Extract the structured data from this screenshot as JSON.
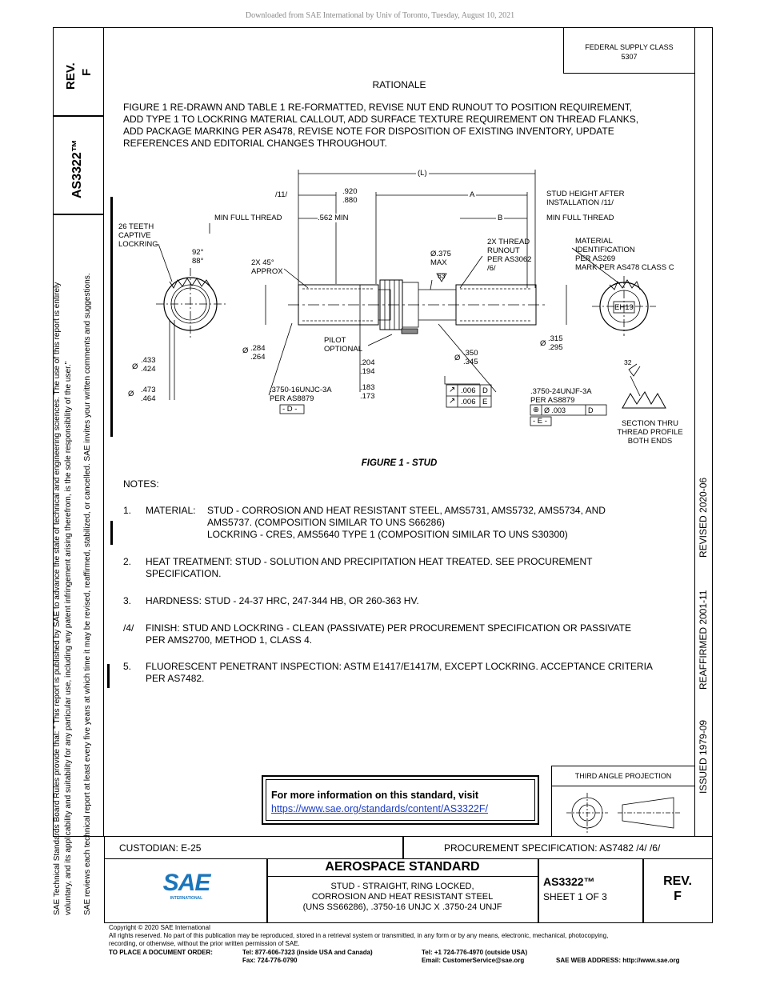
{
  "download_notice": "Downloaded from SAE International by Univ of Toronto, Tuesday, August 10, 2021",
  "left_col": {
    "rev_label": "REV.",
    "rev_value": "F",
    "doc_number": "AS3322™"
  },
  "right_col": {
    "revised": "REVISED 2020-06",
    "reaffirmed": "REAFFIRMED 2001-11",
    "issued": "ISSUED  1979-09"
  },
  "side_notice": {
    "line1": "SAE Technical Standards Board Rules provide that: \" This report is published by SAE to advance the state of technical and engineering sciences. The use of this report is entirely",
    "line2": "voluntary, and its applicability and suitability for any particular use, including any patent infringement arising therefrom, is the sole responsibility of the user.\"",
    "line3": "SAE reviews each technical report at least every five years at which time it may be revised, reaffirmed, stabilized, or cancelled. SAE invites your written comments and suggestions."
  },
  "federal_supply": {
    "line1": "FEDERAL SUPPLY CLASS",
    "line2": "5307"
  },
  "rationale": {
    "title": "RATIONALE",
    "line1": "FIGURE 1 RE-DRAWN AND TABLE 1 RE-FORMATTED, REVISE NUT END RUNOUT TO POSITION REQUIREMENT,",
    "line2": "ADD TYPE 1 TO LOCKRING MATERIAL CALLOUT, ADD SURFACE TEXTURE REQUIREMENT ON THREAD FLANKS,",
    "line3": "ADD PACKAGE MARKING PER AS478, REVISE NOTE FOR DISPOSITION OF EXISTING INVENTORY, UPDATE",
    "line4": "REFERENCES AND EDITORIAL CHANGES THROUGHOUT."
  },
  "figure": {
    "caption": "FIGURE 1 - STUD",
    "L": "(L)",
    "A": "A",
    "B": "B",
    "ref11": "/11/",
    "dim920": ".920",
    "dim880": ".880",
    "stud_height1": "STUD HEIGHT AFTER",
    "stud_height2": "INSTALLATION /11/",
    "min_full_thread_l": "MIN FULL THREAD",
    "dim562": ".562 MIN",
    "min_full_thread_r": "MIN FULL THREAD",
    "teeth1": "26 TEETH",
    "teeth2": "CAPTIVE",
    "teeth3": "LOCKRING",
    "ang92": "92°",
    "ang88": "88°",
    "chamfer1": "2X 45°",
    "chamfer2": "APPROX",
    "dia375": "Ø.375",
    "max": "MAX",
    "rough63": "63",
    "runout1": "2X THREAD",
    "runout2": "RUNOUT",
    "runout3": "PER AS3062",
    "runout4": "/6/",
    "mat1": "MATERIAL",
    "mat2": "IDENTIFICATION",
    "mat3": "PER AS269",
    "mat4": "MARK PER AS478 CLASS C",
    "eh19": "EH19",
    "dia284": ".284",
    "dia264": ".264",
    "dsym": "Ø",
    "pilot1": "PILOT",
    "pilot2": "OPTIONAL",
    "dia350": ".350",
    "dia345": ".345",
    "dia315": ".315",
    "dia295": ".295",
    "dia433": ".433",
    "dia424": ".424",
    "dia473": ".473",
    "dia464": ".464",
    "d204": ".204",
    "d194": ".194",
    "d183": ".183",
    "d173": ".173",
    "thread_l1": ".3750-16UNJC-3A",
    "thread_l2": "PER AS8879",
    "datum_d": "- D -",
    "tol006": ".006",
    "datD": "D",
    "datE": "E",
    "thread_r1": ".3750-24UNJF-3A",
    "thread_r2": "PER AS8879",
    "pos_tol": "Ø .003",
    "datum_e": "- E -",
    "rough32": "32",
    "section1": "SECTION THRU",
    "section2": "THREAD PROFILE",
    "section3": "BOTH ENDS"
  },
  "notes": {
    "header": "NOTES:",
    "n1_num": "1.",
    "n1_label": "MATERIAL:",
    "n1_l1": "STUD - CORROSION AND HEAT RESISTANT STEEL, AMS5731, AMS5732, AMS5734, AND",
    "n1_l2": "AMS5737. (COMPOSITION SIMILAR TO UNS S66286)",
    "n1_l3": "LOCKRING - CRES, AMS5640 TYPE 1 (COMPOSITION SIMILAR TO UNS S30300)",
    "n2_num": "2.",
    "n2_l1": "HEAT TREATMENT: STUD - SOLUTION AND PRECIPITATION HEAT TREATED. SEE PROCUREMENT",
    "n2_l2": "SPECIFICATION.",
    "n3_num": "3.",
    "n3_l1": "HARDNESS: STUD - 24-37 HRC, 247-344 HB, OR 260-363 HV.",
    "n4_num": "/4/",
    "n4_l1": "FINISH: STUD AND LOCKRING - CLEAN (PASSIVATE) PER PROCUREMENT SPECIFICATION OR PASSIVATE",
    "n4_l2": "PER AMS2700, METHOD 1, CLASS 4.",
    "n5_num": "5.",
    "n5_l1": "FLUORESCENT PENETRANT INSPECTION: ASTM E1417/E1417M, EXCEPT LOCKRING. ACCEPTANCE CRITERIA",
    "n5_l2": "PER AS7482."
  },
  "info": {
    "line1": "For more information on this standard, visit",
    "link": "https://www.sae.org/standards/content/AS3322F/"
  },
  "projection": {
    "label": "THIRD ANGLE PROJECTION"
  },
  "title_block": {
    "custodian": "CUSTODIAN: E-25",
    "procurement": "PROCUREMENT SPECIFICATION: AS7482 /4/ /6/",
    "logo_text": "SAE",
    "logo_sub": "INTERNATIONAL",
    "heading": "AEROSPACE STANDARD",
    "desc1": "STUD - STRAIGHT, RING LOCKED,",
    "desc2": "CORROSION AND HEAT RESISTANT STEEL",
    "desc3": "(UNS SS66286), .3750-16 UNJC X .3750-24 UNJF",
    "doc": "AS3322™",
    "sheet": "SHEET 1 OF 3",
    "rev_label": "REV.",
    "rev_value": "F"
  },
  "footer": {
    "copyright": "Copyright © 2020 SAE International",
    "rights1": "All rights reserved. No part of this publication may be reproduced, stored in a retrieval system or transmitted, in any form or by any means, electronic, mechanical, photocopying,",
    "rights2": "recording, or otherwise, without the prior written permission of SAE.",
    "order_label": "TO PLACE A DOCUMENT ORDER:",
    "tel1": "Tel: 877-606-7323 (inside USA and Canada)",
    "fax": "Fax: 724-776-0790",
    "tel2": "Tel: +1 724-776-4970 (outside USA)",
    "email": "Email: CustomerService@sae.org",
    "web": "SAE WEB ADDRESS: http://www.sae.org"
  }
}
